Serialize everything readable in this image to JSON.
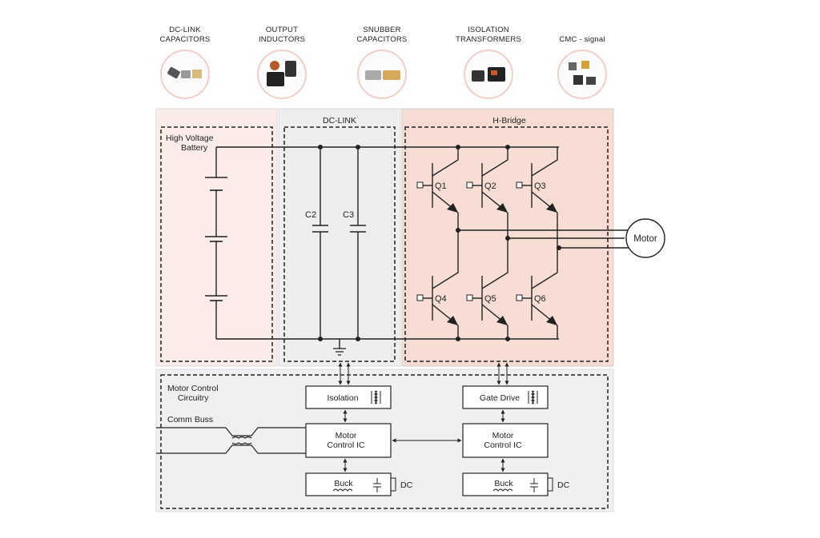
{
  "components": [
    {
      "label_line1": "DC-LINK",
      "label_line2": "CAPACITORS",
      "icon": "dc-link-capacitors-photo"
    },
    {
      "label_line1": "OUTPUT",
      "label_line2": "INDUCTORS",
      "icon": "output-inductors-photo"
    },
    {
      "label_line1": "SNUBBER",
      "label_line2": "CAPACITORS",
      "icon": "snubber-capacitors-photo"
    },
    {
      "label_line1": "ISOLATION",
      "label_line2": "TRANSFORMERS",
      "icon": "isolation-transformers-photo"
    },
    {
      "label_line1": "CMC - signal",
      "label_line2": "",
      "icon": "cmc-signal-photo"
    }
  ],
  "sections": {
    "battery": {
      "title_line1": "High Voltage",
      "title_line2": "Battery",
      "color": "#fbece8"
    },
    "dclink": {
      "title": "DC-LINK",
      "color": "#eeeeee"
    },
    "hbridge": {
      "title": "H-Bridge",
      "color": "#f8ddd4"
    },
    "control": {
      "title_line1": "Motor Control",
      "title_line2": "Circuitry",
      "color": "#f0f0f0"
    }
  },
  "capacitors": [
    "C2",
    "C3"
  ],
  "transistors": [
    "Q1",
    "Q2",
    "Q3",
    "Q4",
    "Q5",
    "Q6"
  ],
  "motor_label": "Motor",
  "comm_label": "Comm Buss",
  "blocks": {
    "isolation": "Isolation",
    "gate_drive": "Gate Drive",
    "mcic_left_line1": "Motor",
    "mcic_left_line2": "Control IC",
    "mcic_right_line1": "Motor",
    "mcic_right_line2": "Control IC",
    "buck_left": "Buck",
    "buck_right": "Buck",
    "dc_left": "DC",
    "dc_right": "DC"
  }
}
